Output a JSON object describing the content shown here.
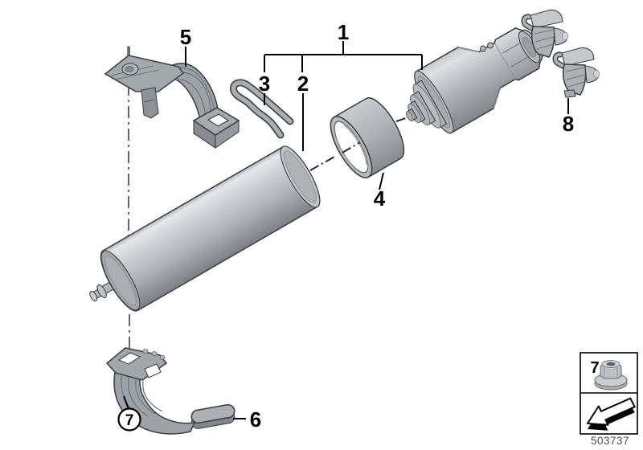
{
  "diagram": {
    "number": "503737",
    "background": "#ffffff",
    "outline_color": "#3f4347",
    "metal_gray": "#a8adb0",
    "metal_gray_light": "#cdd0d2",
    "metal_gray_dark": "#83878b",
    "label_color": "#000000"
  },
  "callouts": {
    "c1": {
      "label": "1"
    },
    "c2": {
      "label": "2"
    },
    "c3": {
      "label": "3"
    },
    "c4": {
      "label": "4"
    },
    "c5": {
      "label": "5"
    },
    "c6": {
      "label": "6"
    },
    "c7": {
      "label": "7",
      "circled": true
    },
    "c8": {
      "label": "8"
    }
  },
  "legend": {
    "cell1": {
      "label": "7",
      "icon": "flange-nut-icon"
    },
    "cell2": {
      "icon": "direction-arrow-icon"
    }
  }
}
